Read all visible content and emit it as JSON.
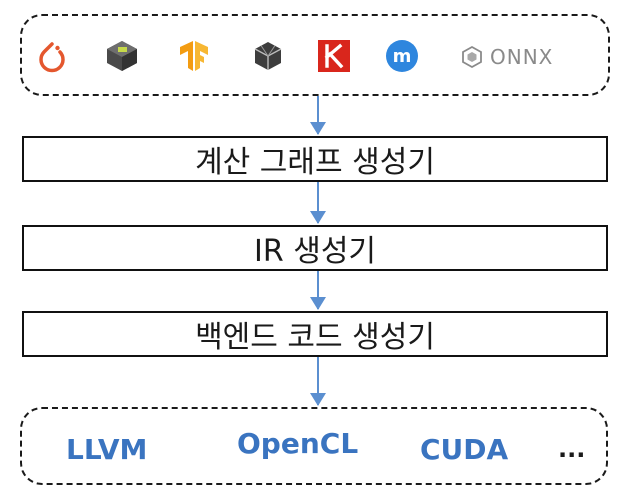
{
  "frameworks": {
    "onnx_label": "ONNX",
    "icons": [
      "pytorch-icon",
      "mxnet-icon",
      "tensorflow-icon",
      "onnx-hex-icon",
      "keras-icon",
      "mindspore-icon",
      "onnx-icon"
    ],
    "colors": {
      "pytorch": "#e4572e",
      "tensorflow": "#f39c12",
      "keras": "#d9261c",
      "mindspore": "#2e86de",
      "onnx": "#8a8a8a"
    }
  },
  "stages": [
    {
      "label": "계산 그래프 생성기"
    },
    {
      "label": "IR 생성기"
    },
    {
      "label": "백엔드 코드 생성기"
    }
  ],
  "targets": [
    "LLVM",
    "OpenCL",
    "CUDA",
    "..."
  ],
  "colors": {
    "arrow": "#5b8fd0",
    "target_text": "#3a74c0"
  }
}
